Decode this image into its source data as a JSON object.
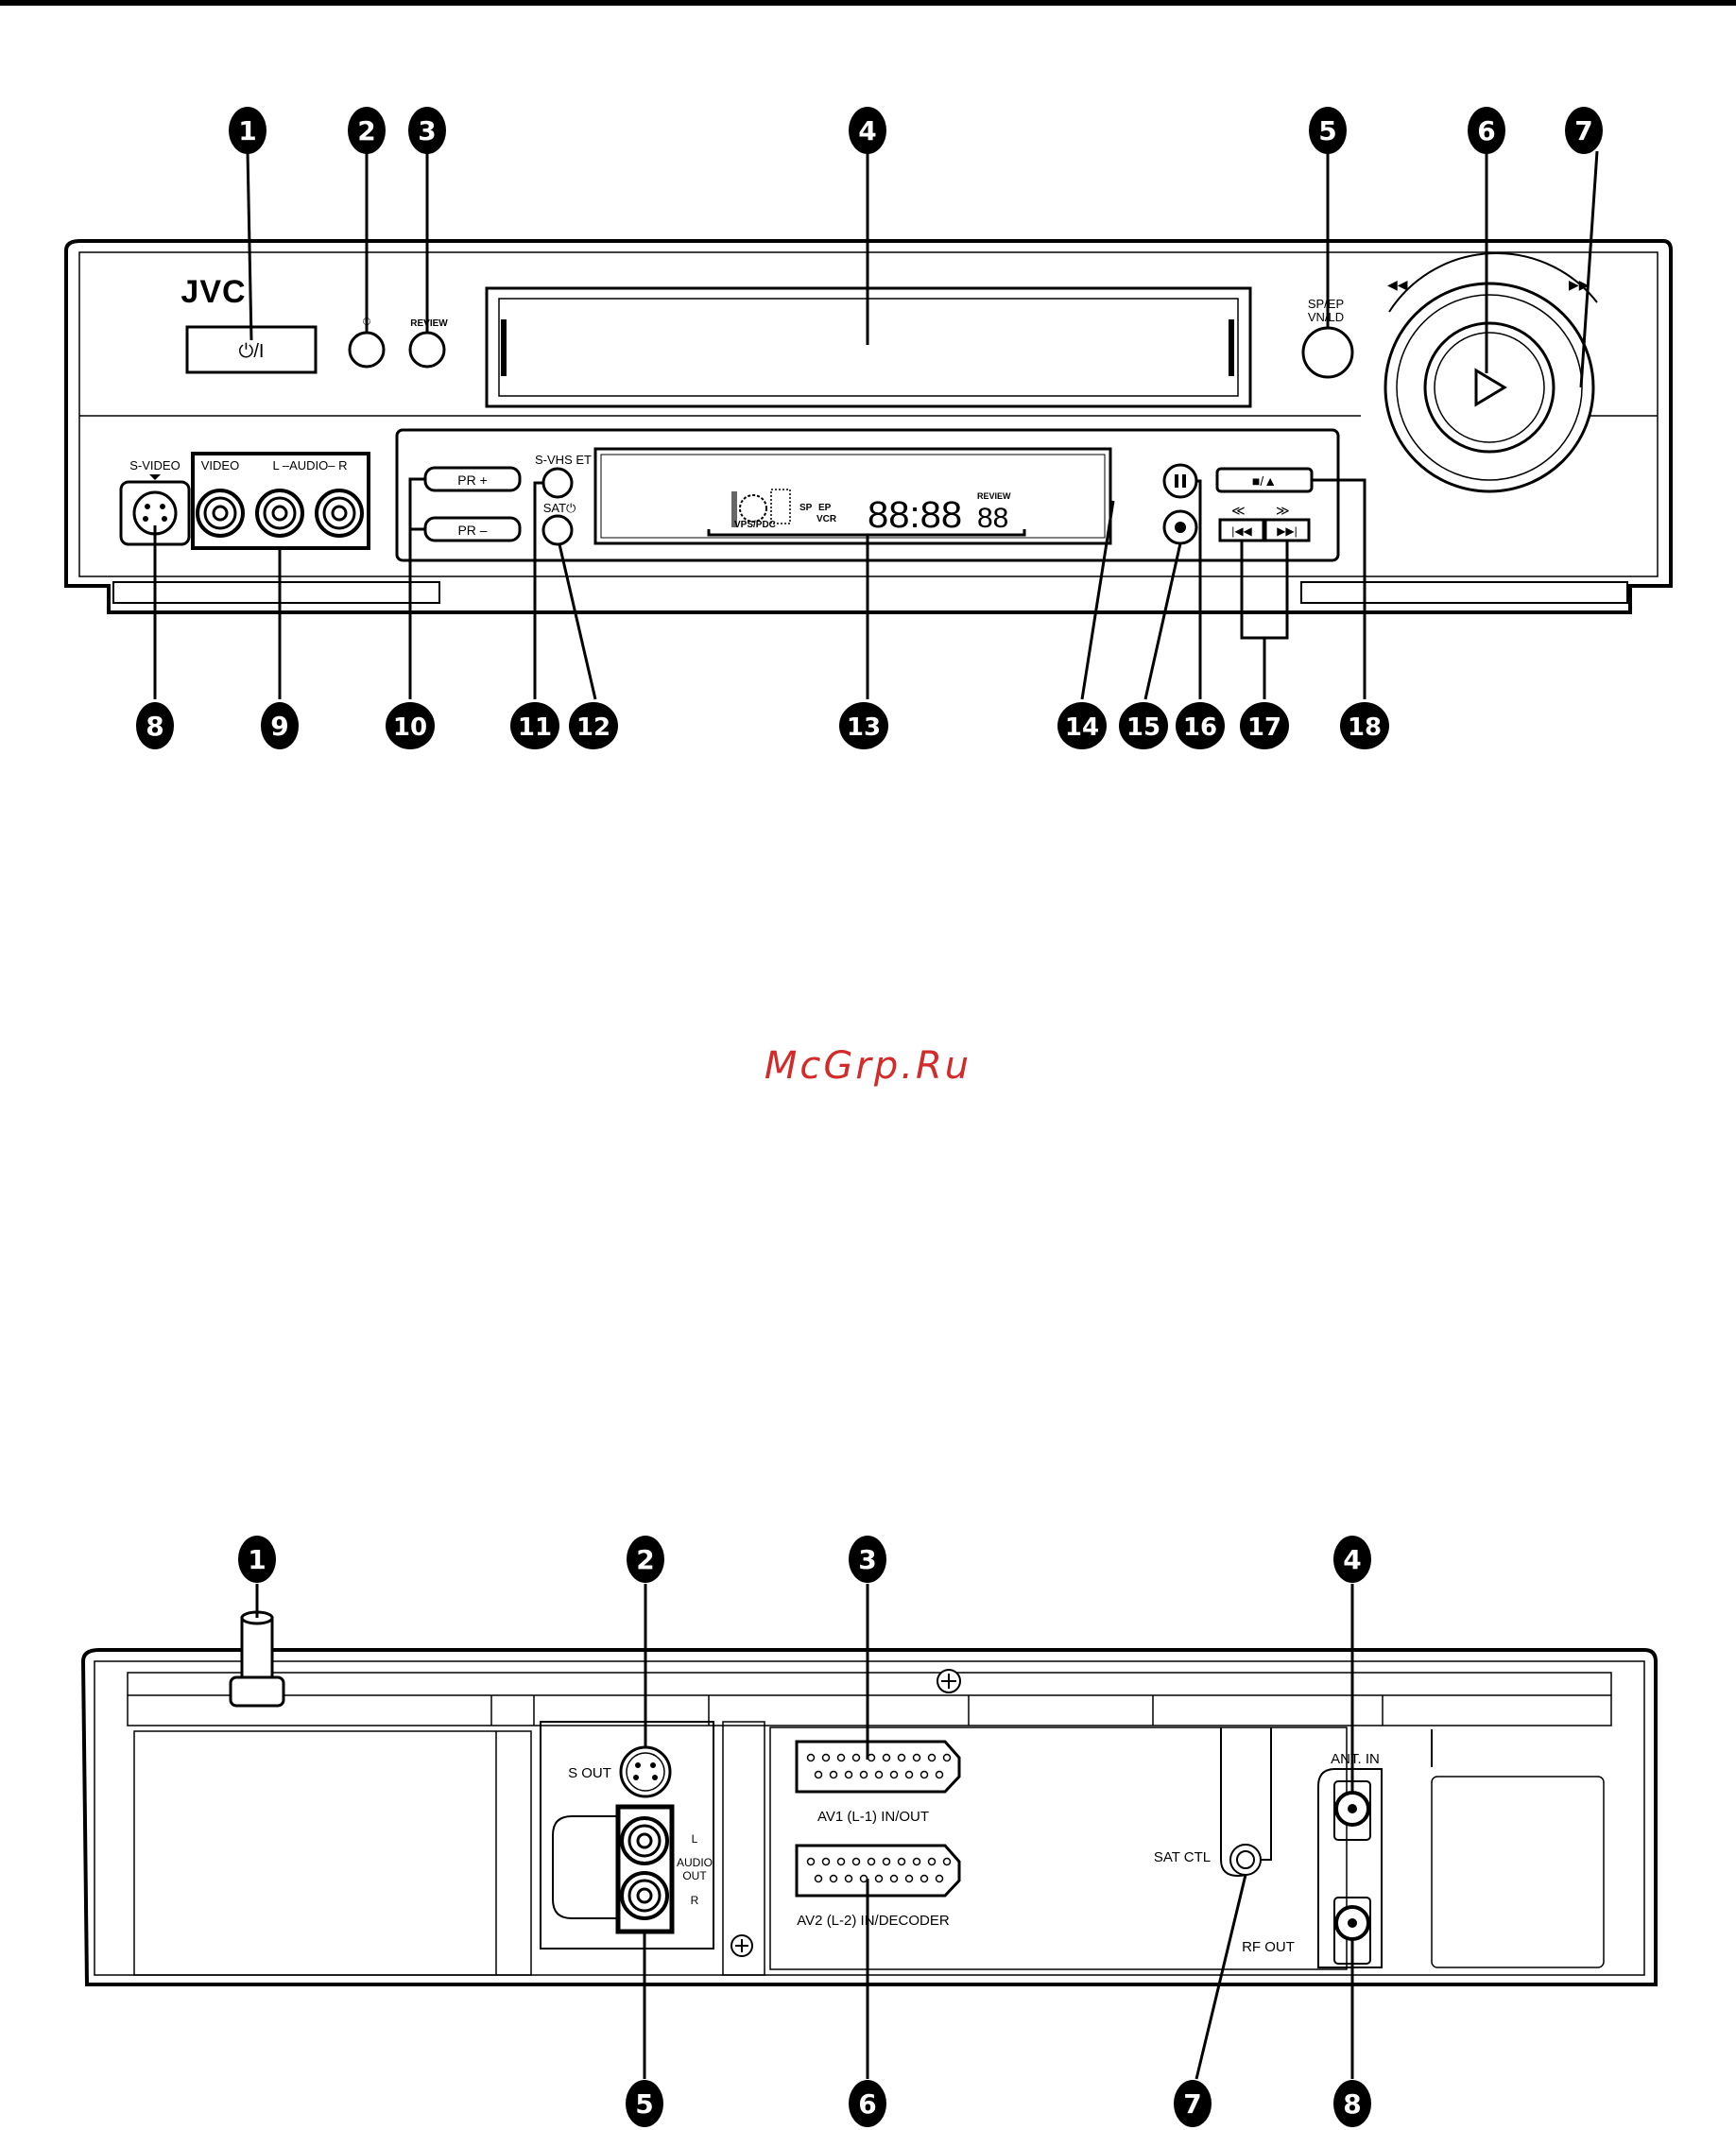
{
  "watermark": "McGrp.Ru",
  "front": {
    "brand": "JVC",
    "labels": {
      "standby": "⏻/I",
      "sp_ep_1": "SP/EP",
      "sp_ep_2": "VN/LD",
      "s_video": "S-VIDEO",
      "video": "VIDEO",
      "l_audio_r": "L –AUDIO– R",
      "pr_plus": "PR +",
      "pr_minus": "PR –",
      "s_vhs_et": "S-VHS ET",
      "sat": "SAT⏻",
      "review": "REVIEW",
      "display_sp": "SP",
      "display_ep": "EP",
      "display_vcr": "VCR",
      "display_vps": "VPS/PDC",
      "display_digits": "88:88",
      "display_digits2": "88",
      "stop_eject": "■/▲"
    },
    "callouts": [
      "1",
      "2",
      "3",
      "4",
      "5",
      "6",
      "7",
      "8",
      "9",
      "10",
      "11",
      "12",
      "13",
      "14",
      "15",
      "16",
      "17",
      "18"
    ]
  },
  "rear": {
    "labels": {
      "s_out": "S OUT",
      "audio_l": "L",
      "audio_out_1": "AUDIO",
      "audio_out_2": "OUT",
      "audio_r": "R",
      "av1": "AV1 (L-1) IN/OUT",
      "av2": "AV2 (L-2) IN/DECODER",
      "sat_ctl": "SAT CTL",
      "ant_in": "ANT. IN",
      "rf_out": "RF OUT"
    },
    "callouts": [
      "1",
      "2",
      "3",
      "4",
      "5",
      "6",
      "7",
      "8"
    ]
  }
}
